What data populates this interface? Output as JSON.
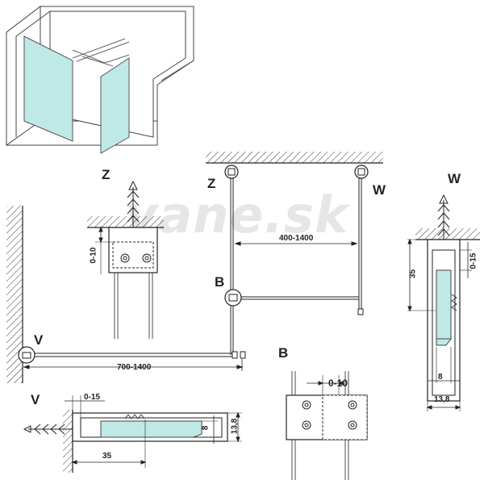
{
  "watermark": "vane.sk",
  "colors": {
    "glass": "#bfe9e6",
    "line": "#222222",
    "light": "#9a9a9a"
  },
  "labels": {
    "z_detail": "Z",
    "z_plan": "Z",
    "w_plan": "W",
    "w_detail": "W",
    "b_plan": "B",
    "b_detail": "B",
    "v_plan": "V",
    "v_detail": "V"
  },
  "dimensions": {
    "z_offset": "0-10",
    "width_top": "400-1400",
    "width_bottom": "700-1400",
    "w_depth": "35",
    "w_offset": "0-15",
    "w_glass": "8",
    "w_profile": "13,8",
    "b_offset": "0-10",
    "v_offset": "0-15",
    "v_glass": "8",
    "v_profile": "13,8",
    "v_depth": "35"
  }
}
